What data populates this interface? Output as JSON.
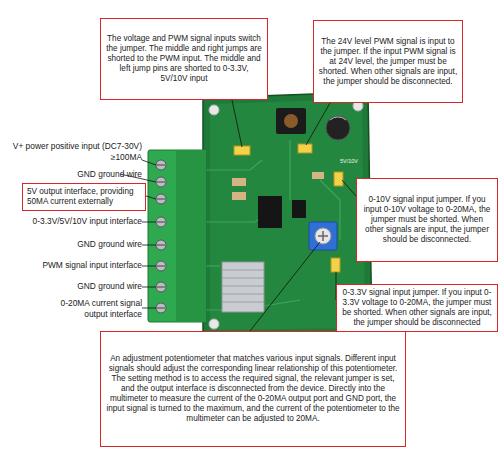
{
  "diagram": {
    "nodes": [
      {
        "text": [
          "The voltage and PWM signal inputs switch the jumper. The middle and right jumps are shorted to the PWM input. The middle and left jump pins are shorted to 0-3.3V, 5V/10V input"
        ]
      },
      {
        "text": [
          "The 24V level PWM signal is input to the jumper. If the input PWM signal is at 24V level, the jumper must be shorted. When other signals are input, the jumper should be disconnected."
        ]
      },
      {
        "text": [
          "0-10V signal input jumper. If you input 0-10V voltage to 0-20MA, the jumper must be shorted. When other signals are input, the jumper should be disconnected."
        ]
      },
      {
        "text": [
          "5V output interface, providing 50MA current externally"
        ]
      },
      {
        "text": [
          "0-3.3V signal input jumper. If you input 0-3.3V voltage to 0-20MA, the jumper must be shorted. When other signals are input, the jumper should be disconnected"
        ]
      },
      {
        "text": [
          "An adjustment potentiometer that matches various input signals. Different input signals should adjust the corresponding linear relationship of this potentiometer. The setting method is to access the required signal, the relevant jumper is set, and the output interface is disconnected from the device. Directly into the multimeter to measure the current of the 0-20MA output port and GND port, the input signal is turned to the maximum, and the current of the potentiometer to the multimeter can be adjusted to 20MA."
        ]
      }
    ],
    "labels": [
      "V+ power positive input (DC7-30V) ≥100MA",
      "GND ground wire",
      "0-3.3V/5V/10V input interface",
      "GND ground wire",
      "PWM signal input interface",
      "GND ground wire",
      "0-20MA current signal output interface",
      "5V/10V"
    ]
  }
}
